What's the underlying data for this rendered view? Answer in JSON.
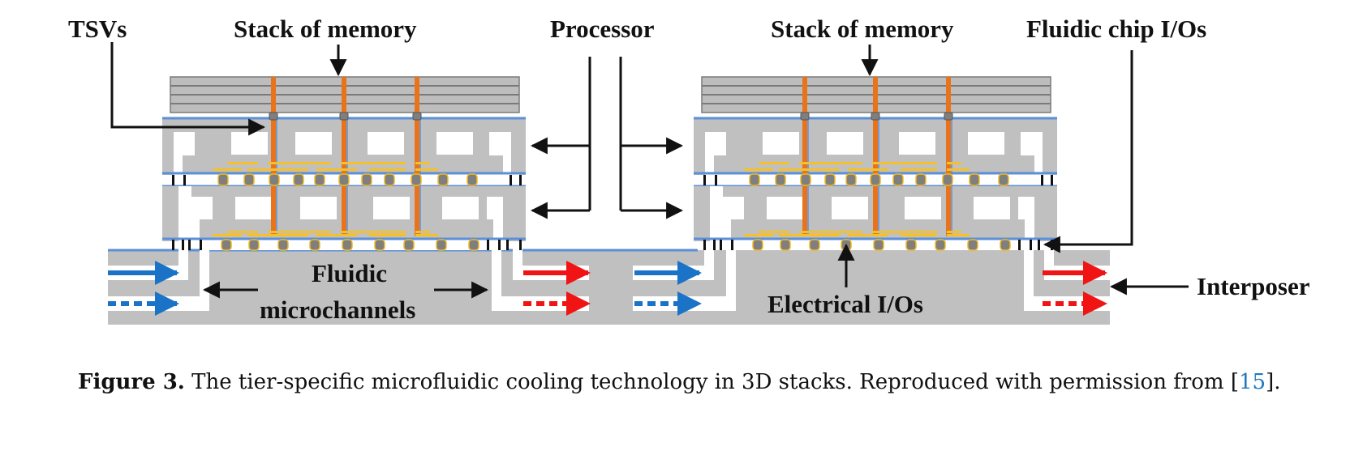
{
  "figure": {
    "labels": {
      "tsvs": "TSVs",
      "stack_of_memory_left": "Stack of memory",
      "processor": "Processor",
      "stack_of_memory_right": "Stack of memory",
      "fluidic_chip_ios": "Fluidic chip I/Os",
      "fluidic_line1": "Fluidic",
      "fluidic_line2": "microchannels",
      "electrical_ios": "Electrical I/Os",
      "interposer": "Interposer"
    },
    "colors": {
      "silicon": "#c0c0c0",
      "memory": "#bdbdbd",
      "tsv": "#e8731a",
      "bump": "#7f7f7f",
      "bump_cap": "#f2b81e",
      "wiring": "#f5c02a",
      "layer_line": "#5b8fd9",
      "coolant_in": "#1b73c8",
      "coolant_out": "#f01414",
      "leader": "#111111"
    },
    "flows": {
      "inlet": "coolant in (blue)",
      "outlet": "coolant out (red)"
    }
  },
  "caption": {
    "figure_number": "Figure 3.",
    "text": " The tier-specific microfluidic cooling technology in 3D stacks. Reproduced with permission from ",
    "ref_open": "[",
    "ref_number": "15",
    "ref_close": "]."
  }
}
